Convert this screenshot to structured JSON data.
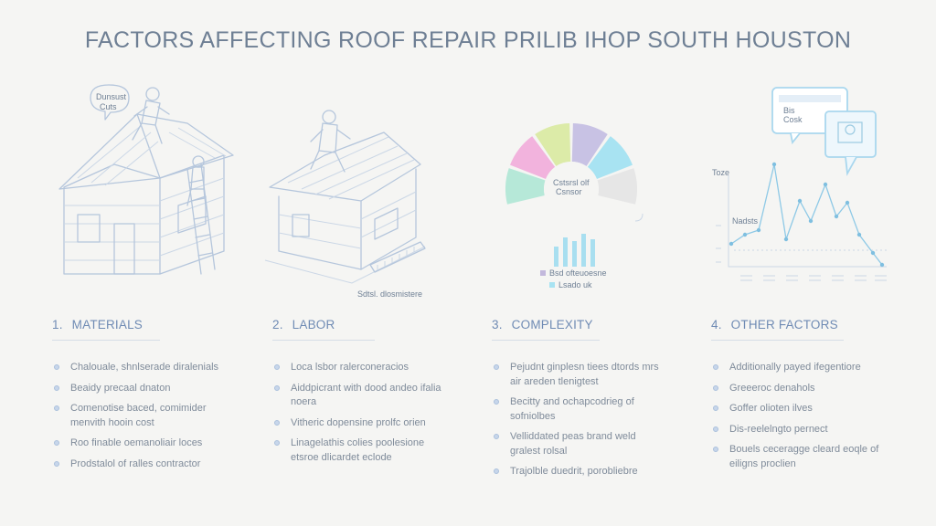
{
  "title": "FACTORS AFFECTING ROOF REPAIR PRILIB IHOP SOUTH HOUSTON",
  "illustrations": {
    "house1_bubble": [
      "Dunsust",
      "Cuts"
    ],
    "house2_caption": "Sdtsl. dlosmistere",
    "donut_center": [
      "Cstsrsl olf",
      "Csnsor"
    ],
    "donut_legend": [
      {
        "label": "Bsd ofteuoesne",
        "color": "#c2b8dc"
      },
      {
        "label": "Lsado uk",
        "color": "#a8e3f2"
      }
    ],
    "donut_colors": [
      "#b6e8d8",
      "#f2b3dd",
      "#dceba8",
      "#c8c2e4",
      "#a8e3f2",
      "#e6e6e6"
    ],
    "line_chart_labels": {
      "ylabel_top": "Toze",
      "ylabel_mid": "Nadsts"
    },
    "line_bubble": [
      "Bis",
      "Cosk"
    ]
  },
  "columns": [
    {
      "number": "1.",
      "heading": "MATERIALS",
      "items": [
        "Chalouale, shnlserade diralenials",
        "Beaidy precaal dnaton",
        "Comenotise baced, comimider menvith hooin cost",
        "Roo finable oemanoliair loces",
        "Prodstalol of ralles contractor"
      ]
    },
    {
      "number": "2.",
      "heading": "LABOR",
      "items": [
        "Loca lsbor ralerconeracios",
        "Aiddpicrant with dood andeo ifalia noera",
        "Vitheric dopensine prolfc orien",
        "Linagelathis colies poolesione etsroe dlicardet eclode"
      ]
    },
    {
      "number": "3.",
      "heading": "COMPLEXITY",
      "items": [
        "Pejudnt ginplesn tiees dtords mrs air areden tlenigtest",
        "Becitty and ochapcodrieg of sofniolbes",
        "Velliddated peas brand weld gralest rolsal",
        "Trajolble duedrit, porobliebre"
      ]
    },
    {
      "number": "4.",
      "heading": "OTHER FACTORS",
      "items": [
        "Additionally payed ifegentiore",
        "Greeeroc denahols",
        "Goffer olioten ilves",
        "Dis-reelelngto pernect",
        "Bouels ceceragge cleard eoqle of eiligns proclien"
      ]
    }
  ]
}
